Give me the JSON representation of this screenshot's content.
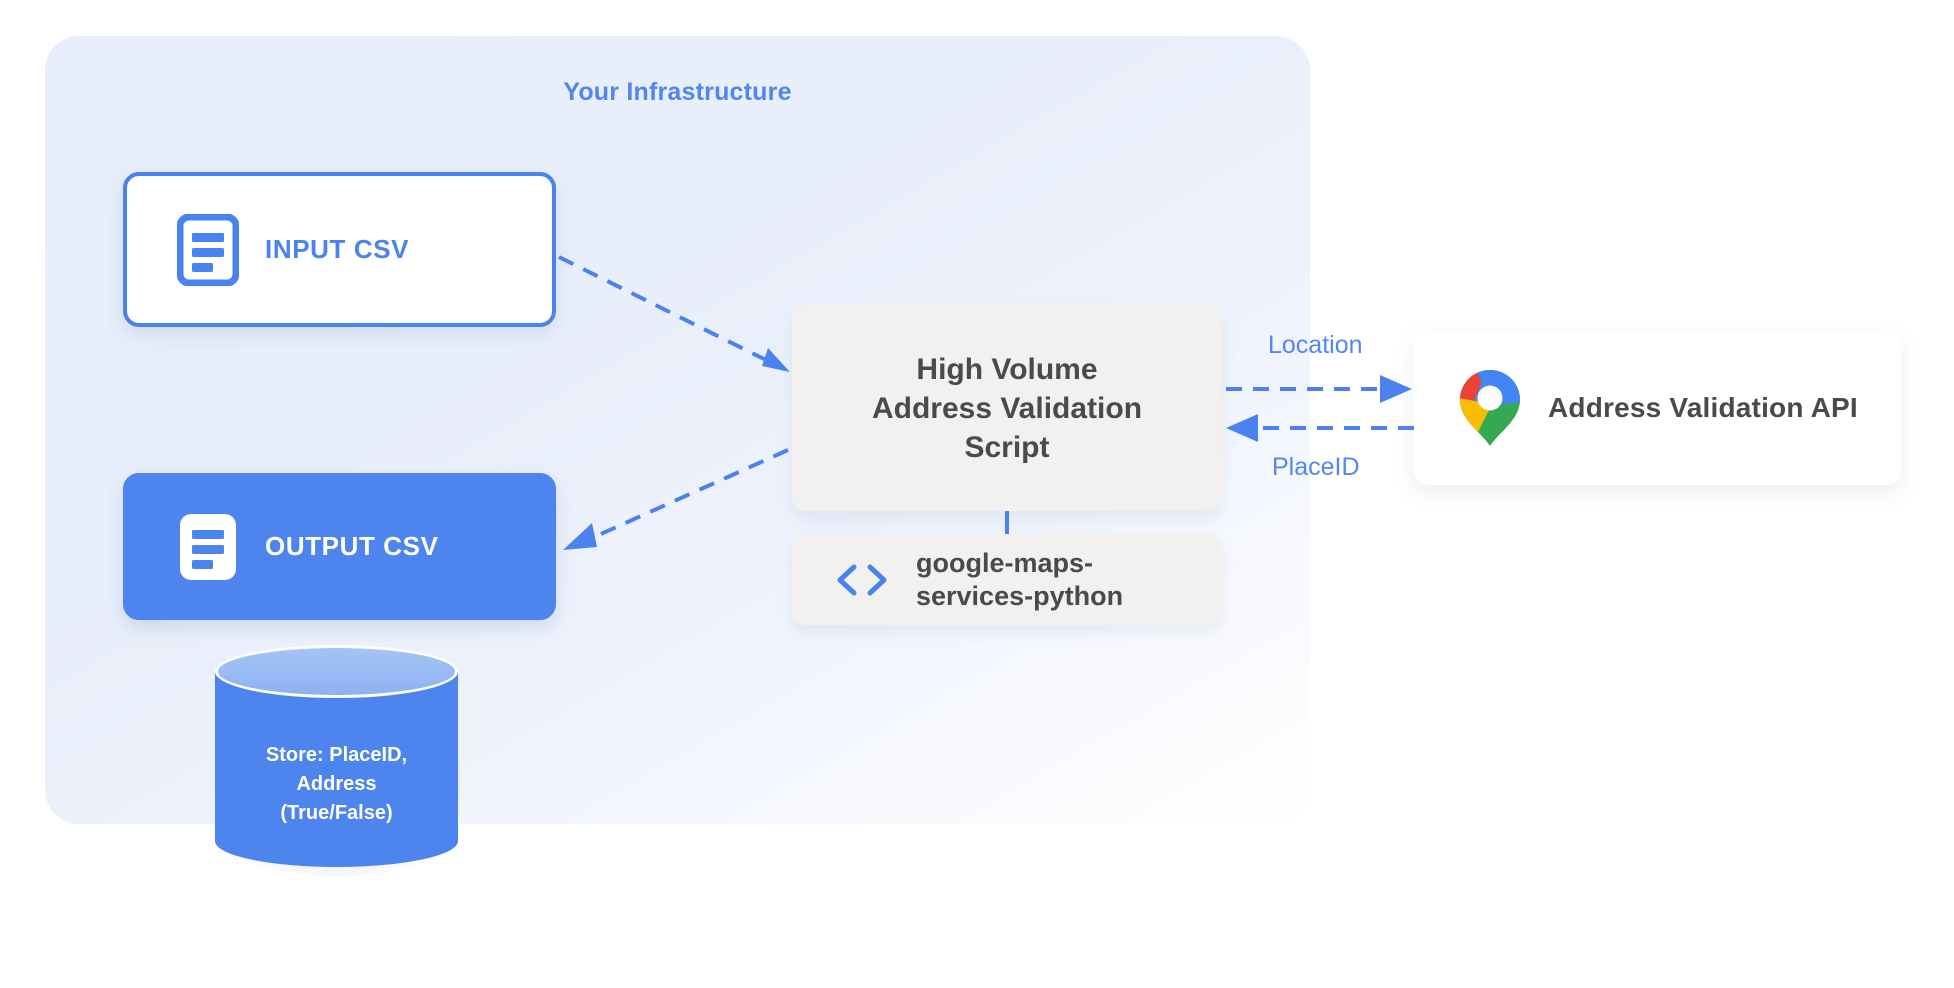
{
  "diagram": {
    "title": "Your Infrastructure",
    "accent_blue": "#4a83ef",
    "label_blue": "#5287ef",
    "card_gray": "#f2f1ef",
    "text_gray": "#4a4a48",
    "panel_bg": "#e8eefa"
  },
  "input_csv": {
    "label": "INPUT CSV",
    "icon": "document-lines-icon"
  },
  "output_csv": {
    "label": "OUTPUT CSV",
    "icon": "document-lines-icon"
  },
  "script": {
    "line1": "High Volume",
    "line2": "Address Validation",
    "line3": "Script"
  },
  "library": {
    "line1": "google-maps-",
    "line2": "services-python",
    "icon": "code-brackets-icon"
  },
  "api": {
    "label": "Address Validation API",
    "icon": "google-maps-pin-icon"
  },
  "database": {
    "line1": "Store: PlaceID,",
    "line2": "Address",
    "line3": "(True/False)"
  },
  "edges": {
    "location_label": "Location",
    "placeid_label": "PlaceID"
  }
}
